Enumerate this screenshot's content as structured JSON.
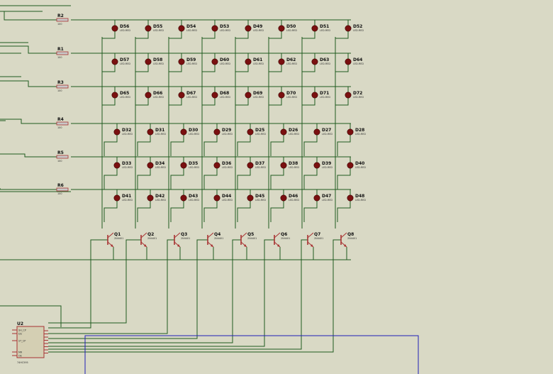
{
  "background": "#d9d9c5",
  "colors": {
    "wire": "#1f5a1f",
    "bus": "#2020b8",
    "led": "#7a1010",
    "component": "#a83232",
    "resistor_fill": "#c8c8c8"
  },
  "rows": [
    {
      "resistor": {
        "ref": "R2",
        "value": "100"
      },
      "leds": [
        {
          "ref": "D56",
          "part": "LED-RED"
        },
        {
          "ref": "D55",
          "part": "LED-RED"
        },
        {
          "ref": "D54",
          "part": "LED-RED"
        },
        {
          "ref": "D53",
          "part": "LED-RED"
        },
        {
          "ref": "D49",
          "part": "LED-RED"
        },
        {
          "ref": "D50",
          "part": "LED-RED"
        },
        {
          "ref": "D51",
          "part": "LED-RED"
        },
        {
          "ref": "D52",
          "part": "LED-RED"
        }
      ]
    },
    {
      "resistor": {
        "ref": "R1",
        "value": "100"
      },
      "leds": [
        {
          "ref": "D57",
          "part": "LED-RED"
        },
        {
          "ref": "D58",
          "part": "LED-RED"
        },
        {
          "ref": "D59",
          "part": "LED-RED"
        },
        {
          "ref": "D60",
          "part": "LED-RED"
        },
        {
          "ref": "D61",
          "part": "LED-RED"
        },
        {
          "ref": "D62",
          "part": "LED-RED"
        },
        {
          "ref": "D63",
          "part": "LED-RED"
        },
        {
          "ref": "D64",
          "part": "LED-RED"
        }
      ]
    },
    {
      "resistor": {
        "ref": "R3",
        "value": "100"
      },
      "leds": [
        {
          "ref": "D65",
          "part": "LED-RED"
        },
        {
          "ref": "D66",
          "part": "LED-RED"
        },
        {
          "ref": "D67",
          "part": "LED-RED"
        },
        {
          "ref": "D68",
          "part": "LED-RED"
        },
        {
          "ref": "D69",
          "part": "LED-RED"
        },
        {
          "ref": "D70",
          "part": "LED-RED"
        },
        {
          "ref": "D71",
          "part": "LED-RED"
        },
        {
          "ref": "D72",
          "part": "LED-RED"
        }
      ]
    },
    {
      "resistor": {
        "ref": "R4",
        "value": "100"
      },
      "leds": [
        {
          "ref": "D32",
          "part": "LED-RED"
        },
        {
          "ref": "D31",
          "part": "LED-RED"
        },
        {
          "ref": "D30",
          "part": "LED-RED"
        },
        {
          "ref": "D29",
          "part": "LED-RED"
        },
        {
          "ref": "D25",
          "part": "LED-RED"
        },
        {
          "ref": "D26",
          "part": "LED-RED"
        },
        {
          "ref": "D27",
          "part": "LED-RED"
        },
        {
          "ref": "D28",
          "part": "LED-RED"
        }
      ]
    },
    {
      "resistor": {
        "ref": "R5",
        "value": "100"
      },
      "leds": [
        {
          "ref": "D33",
          "part": "LED-RED"
        },
        {
          "ref": "D34",
          "part": "LED-RED"
        },
        {
          "ref": "D35",
          "part": "LED-RED"
        },
        {
          "ref": "D36",
          "part": "LED-RED"
        },
        {
          "ref": "D37",
          "part": "LED-RED"
        },
        {
          "ref": "D38",
          "part": "LED-RED"
        },
        {
          "ref": "D39",
          "part": "LED-RED"
        },
        {
          "ref": "D40",
          "part": "LED-RED"
        }
      ]
    },
    {
      "resistor": {
        "ref": "R6",
        "value": "100"
      },
      "leds": [
        {
          "ref": "D41",
          "part": "LED-RED"
        },
        {
          "ref": "D42",
          "part": "LED-RED"
        },
        {
          "ref": "D43",
          "part": "LED-RED"
        },
        {
          "ref": "D44",
          "part": "LED-RED"
        },
        {
          "ref": "D45",
          "part": "LED-RED"
        },
        {
          "ref": "D46",
          "part": "LED-RED"
        },
        {
          "ref": "D47",
          "part": "LED-RED"
        },
        {
          "ref": "D48",
          "part": "LED-RED"
        }
      ]
    }
  ],
  "transistors": [
    {
      "ref": "Q1",
      "part": "2N4401"
    },
    {
      "ref": "Q2",
      "part": "2N4401"
    },
    {
      "ref": "Q3",
      "part": "2N4401"
    },
    {
      "ref": "Q4",
      "part": "2N4401"
    },
    {
      "ref": "Q5",
      "part": "2N4401"
    },
    {
      "ref": "Q6",
      "part": "2N4401"
    },
    {
      "ref": "Q7",
      "part": "2N4401"
    },
    {
      "ref": "Q8",
      "part": "2N4401"
    }
  ],
  "ic": {
    "ref": "U2",
    "part": "74HC595",
    "pins": [
      "SH_CP",
      "DS",
      "ST_CP",
      "MR",
      "OE"
    ]
  }
}
